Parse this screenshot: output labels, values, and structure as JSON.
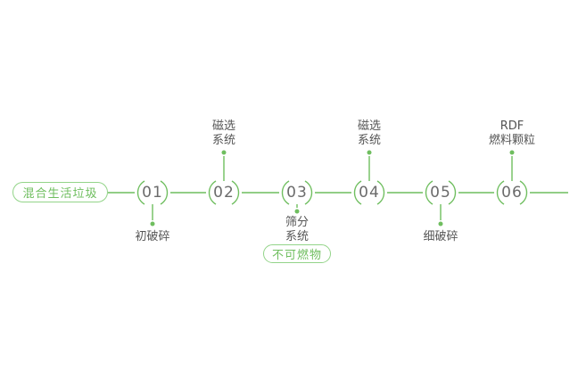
{
  "colors": {
    "green": "#6fbe5f",
    "pill_border": "#93d489",
    "label_text": "#555555",
    "number_text": "#6b6b6b"
  },
  "diagram": {
    "start_pill": "混合生活垃圾",
    "steps": [
      {
        "num": "01",
        "label": "初破碎",
        "label_pos": "below"
      },
      {
        "num": "02",
        "label": "磁选\n系统",
        "label_pos": "above"
      },
      {
        "num": "03",
        "label": "筛分\n系统",
        "label_pos": "below",
        "pill": "不可燃物"
      },
      {
        "num": "04",
        "label": "磁选\n系统",
        "label_pos": "above"
      },
      {
        "num": "05",
        "label": "细破碎",
        "label_pos": "below"
      },
      {
        "num": "06",
        "label": "RDF\n燃料颗粒",
        "label_pos": "above"
      }
    ]
  }
}
